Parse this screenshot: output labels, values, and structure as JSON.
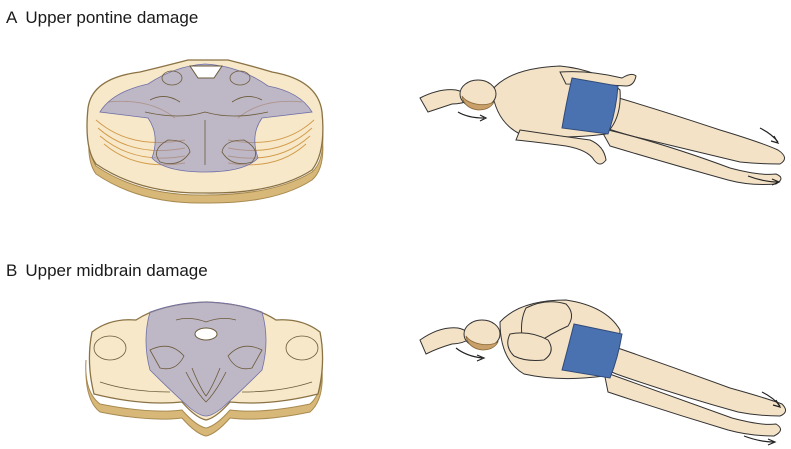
{
  "panels": [
    {
      "letter": "A",
      "title": "Upper pontine damage"
    },
    {
      "letter": "B",
      "title": "Upper midbrain damage"
    }
  ],
  "colors": {
    "tissue": "#f6e8c8",
    "tissue_edge": "#c9b07a",
    "base_shadow": "#d8b878",
    "lesion": "#8f8fc4",
    "skin": "#f4e2c6",
    "trunks": "#4a72b0",
    "hair": "#c9a06a",
    "fibers": "#d39a4a"
  },
  "icons": [
    "brainstem-section-icon",
    "decerebrate-patient-figure",
    "decorticate-patient-figure",
    "examiner-hand-icon",
    "motion-arrow-icon"
  ]
}
